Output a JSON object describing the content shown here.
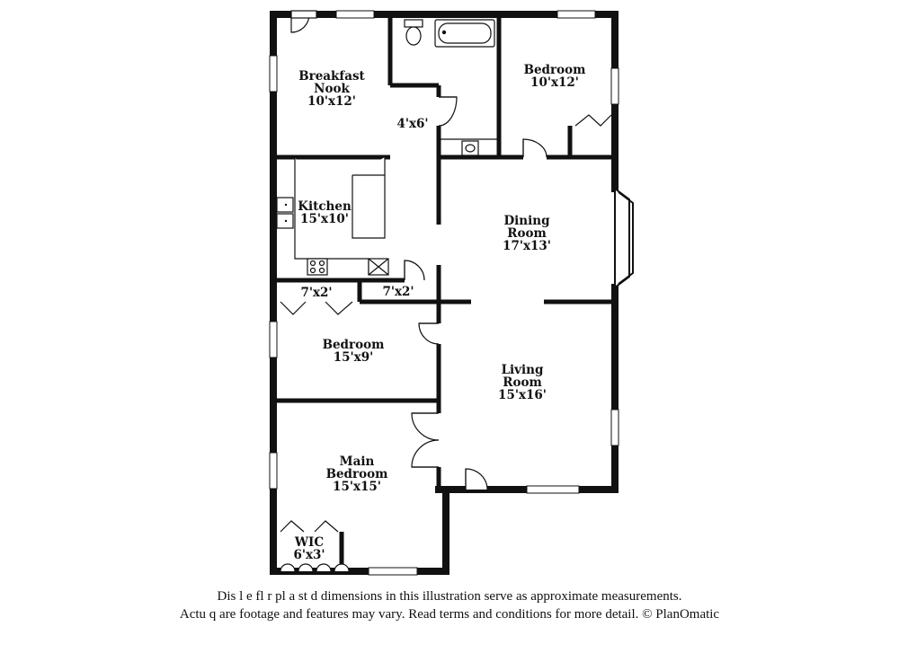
{
  "rooms": {
    "breakfast_nook": {
      "line1": "Breakfast",
      "line2": "Nook",
      "dims": "10'x12'"
    },
    "bath": {
      "dims": "4'x6'"
    },
    "bedroom_ne": {
      "name": "Bedroom",
      "dims": "10'x12'"
    },
    "kitchen": {
      "name": "Kitchen",
      "dims": "15'x10'"
    },
    "dining_room": {
      "line1": "Dining",
      "line2": "Room",
      "dims": "17'x13'"
    },
    "closet_left": {
      "dims": "7'x2'"
    },
    "closet_right": {
      "dims": "7'x2'"
    },
    "bedroom_mid": {
      "name": "Bedroom",
      "dims": "15'x9'"
    },
    "living_room": {
      "line1": "Living",
      "line2": "Room",
      "dims": "15'x16'"
    },
    "main_bedroom": {
      "line1": "Main",
      "line2": "Bedroom",
      "dims": "15'x15'"
    },
    "wic": {
      "name": "WIC",
      "dims": "6'x3'"
    }
  },
  "disclaimer": {
    "line1": "Dis    l e fl  r pl   a  st   d dimensions in this illustration serve as approximate measurements.",
    "line2": "Actu    q  are footage and features may vary. Read terms and conditions for more detail. © PlanOmatic"
  }
}
